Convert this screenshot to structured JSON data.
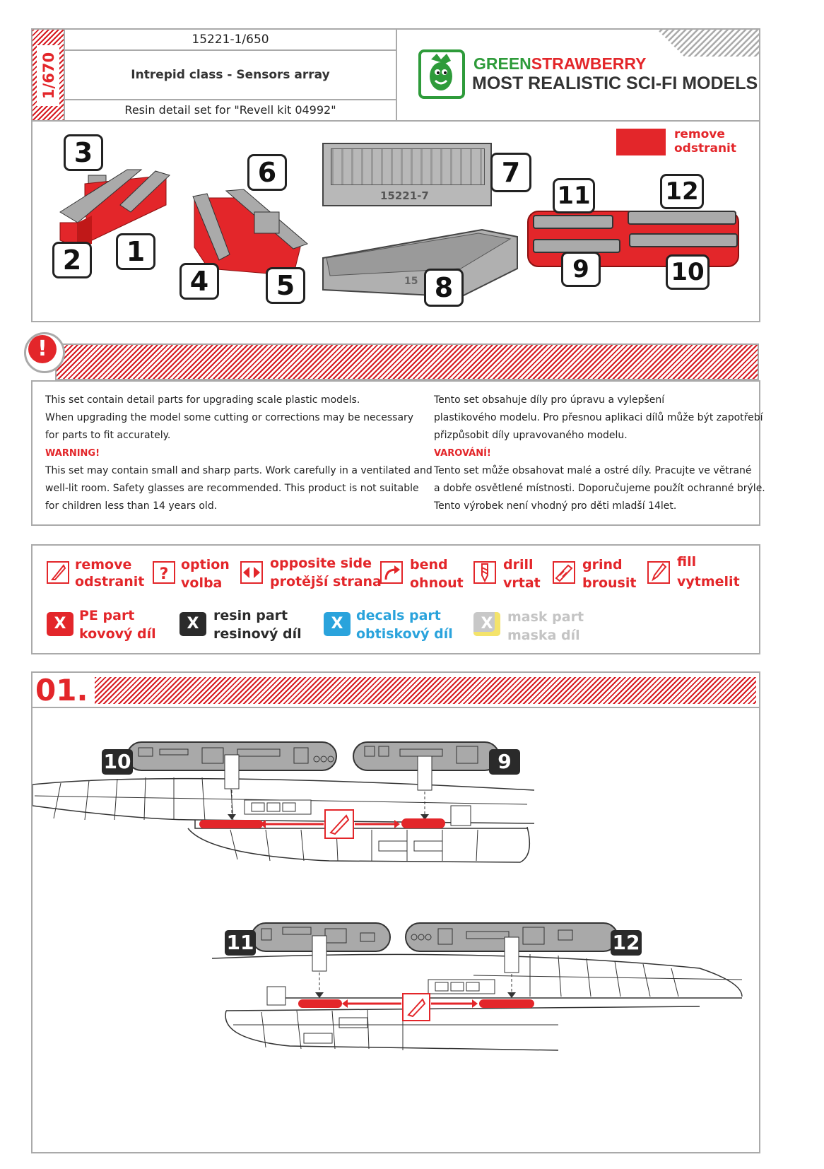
{
  "header": {
    "scale": "1/670",
    "code": "15221-1/650",
    "product_name": "Intrepid class - Sensors array",
    "subtitle": "Resin detail set for \"Revell kit 04992\"",
    "brand_green": "GREEN",
    "brand_red": "STRAWBERRY",
    "tagline": "MOST REALISTIC SCI-FI MODELS"
  },
  "parts": {
    "remove_en": "remove",
    "remove_cz": "odstranit",
    "part_numbers": [
      "1",
      "2",
      "3",
      "4",
      "5",
      "6",
      "7",
      "8",
      "9",
      "10",
      "11",
      "12"
    ],
    "part7_engraving": "15221-7",
    "part8_engraving": "15"
  },
  "warning_section": {
    "icon": "exclamation-icon",
    "en_intro": [
      "This set contain detail parts for upgrading scale plastic models.",
      "When upgrading the model some cutting or corrections may be necessary",
      "for parts to fit accurately."
    ],
    "en_heading": "WARNING!",
    "en_body": [
      "This set may contain small and sharp parts. Work carefully in a ventilated and",
      "well-lit room. Safety glasses are recommended. This product is not suitable",
      "for children less than 14 years old."
    ],
    "cz_intro": [
      "Tento set obsahuje díly pro úpravu a vylepšení",
      "plastikového modelu. Pro přesnou aplikaci dílů může být zapotřebí",
      "přizpůsobit díly upravovaného modelu."
    ],
    "cz_heading": "VAROVÁNÍ!",
    "cz_body": [
      "Tento set může obsahovat malé a ostré díly. Pracujte ve větrané",
      "a dobře osvětlené místnosti.  Doporučujeme použít ochranné brýle.",
      "Tento výrobek není vhodný pro děti mladší 14let."
    ]
  },
  "legend": {
    "symbols": [
      {
        "icon": "knife-icon",
        "en": "remove",
        "cz": "odstranit"
      },
      {
        "icon": "question-icon",
        "en": "option",
        "cz": "volba"
      },
      {
        "icon": "opposite-side-icon",
        "en": "opposite side",
        "cz": "protější strana"
      },
      {
        "icon": "bend-icon",
        "en": "bend",
        "cz": "ohnout"
      },
      {
        "icon": "drill-icon",
        "en": "drill",
        "cz": "vrtat"
      },
      {
        "icon": "grind-icon",
        "en": "grind",
        "cz": "brousit"
      },
      {
        "icon": "fill-icon",
        "en": "fill",
        "cz": "vytmelit"
      }
    ],
    "part_types": [
      {
        "mark": "X",
        "en": "PE part",
        "cz": "kovový díl",
        "color": "#e3262a"
      },
      {
        "mark": "X",
        "en": "resin part",
        "cz": "resinový díl",
        "color": "#2b2b2b"
      },
      {
        "mark": "X",
        "en": "decals part",
        "cz": "obtiskový díl",
        "color": "#2aa3dc"
      },
      {
        "mark": "X",
        "en": "mask part",
        "cz": "maska díl",
        "color": "#c8c8c8"
      }
    ]
  },
  "step": {
    "number": "01.",
    "upper": {
      "left_part": "10",
      "right_part": "9"
    },
    "lower": {
      "left_part": "11",
      "right_part": "12"
    }
  },
  "colors": {
    "accent": "#e3262a",
    "resin_grey": "#a9a9a9",
    "brand_green": "#2e9b3a"
  }
}
